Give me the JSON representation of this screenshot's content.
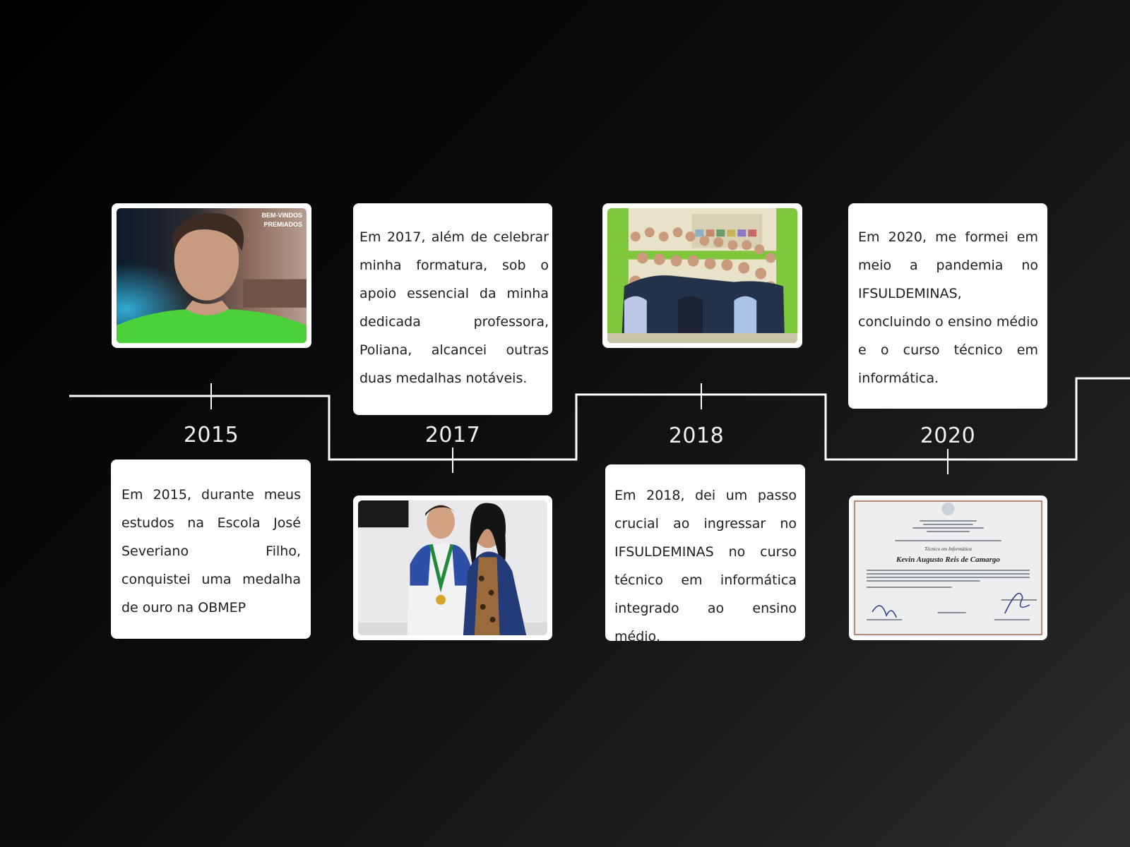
{
  "timeline": [
    {
      "year": "2015",
      "text": "Em 2015, durante meus estudos na Escola José Severiano Filho, conquistei uma medalha de ouro na OBMEP",
      "photo": {
        "subject": "selfie-photo",
        "banner_line1": "BEM-VINDOS",
        "banner_line2": "PREMIADOS"
      }
    },
    {
      "year": "2017",
      "text": "Em 2017, além de celebrar minha formatura, sob o apoio essencial da minha dedicada professora, Poliana, alcancei outras duas medalhas notáveis.",
      "photo": {
        "subject": "medal-with-teacher-photo"
      }
    },
    {
      "year": "2018",
      "text": "Em 2018, dei um passo crucial ao ingressar no IFSULDEMINAS no curso técnico em informática integrado ao ensino médio.",
      "photo": {
        "subject": "class-group-photo"
      }
    },
    {
      "year": "2020",
      "text": "Em 2020, me formei em meio a pandemia no IFSULDEMINAS, concluindo o ensino médio e o curso técnico em informática.",
      "photo": {
        "subject": "diploma-photo",
        "diploma_course": "Técnico em Informática",
        "diploma_name": "Kevin Augusto Reis de Camargo"
      }
    }
  ],
  "colors": {
    "line": "#ffffff",
    "card": "#ffffff",
    "year_text": "#f2f2f2",
    "card_text": "#1e1e1e"
  }
}
